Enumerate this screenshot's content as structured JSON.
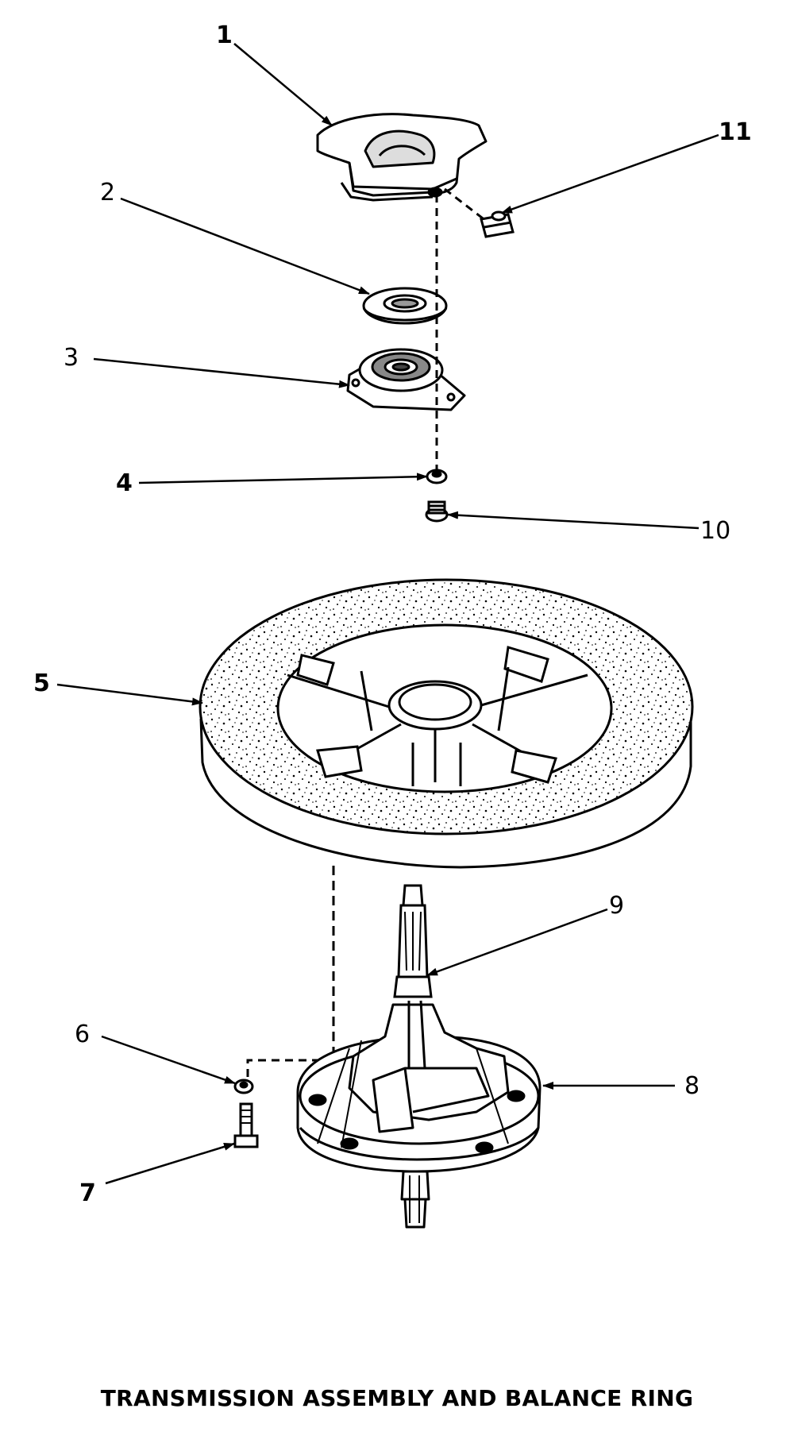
{
  "diagram": {
    "title": "TRANSMISSION ASSEMBLY AND BALANCE RING",
    "callouts": {
      "c1": "1",
      "c2": "2",
      "c3": "3",
      "c4": "4",
      "c5": "5",
      "c6": "6",
      "c7": "7",
      "c8": "8",
      "c9": "9",
      "c10": "10",
      "c11": "11"
    }
  }
}
